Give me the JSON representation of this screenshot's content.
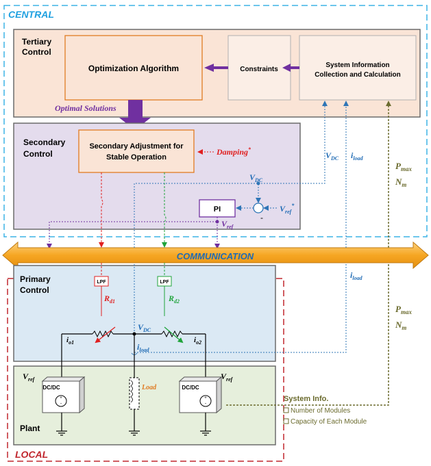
{
  "zones": {
    "central": "CENTRAL",
    "local": "LOCAL"
  },
  "tertiary": {
    "title_line1": "Tertiary",
    "title_line2": "Control",
    "optimization": "Optimization Algorithm",
    "constraints": "Constraints",
    "sysinfo_line1": "System Information",
    "sysinfo_line2": "Collection and Calculation",
    "optimal_solutions": "Optimal Solutions"
  },
  "secondary": {
    "title_line1": "Secondary",
    "title_line2": "Control",
    "adjust_line1": "Secondary Adjustment for",
    "adjust_line2": "Stable Operation",
    "damping": "Damping",
    "damping_sup": "*",
    "pi": "PI",
    "minus": "-",
    "vdc": "V",
    "vdc_sub": "DC",
    "vref_star": "V",
    "vref_star_sub": "ref",
    "vref_star_sup": "*",
    "vref": "V",
    "vref_sub": "ref"
  },
  "signals": {
    "vdc": "V",
    "vdc_sub": "DC",
    "iload": "i",
    "iload_sub": "load",
    "pmax": "P",
    "pmax_sub": "max",
    "nm": "N",
    "nm_sub": "m"
  },
  "communication": "COMMUNICATION",
  "primary": {
    "title_line1": "Primary",
    "title_line2": "Control",
    "lpf": "LPF",
    "rd1": "R",
    "rd1_sub": "d1",
    "rd2": "R",
    "rd2_sub": "d2",
    "vdc": "V",
    "vdc_sub": "DC",
    "io1": "i",
    "io1_sub": "o1",
    "io2": "i",
    "io2_sub": "o2",
    "iload": "i",
    "iload_sub": "load"
  },
  "plant": {
    "title": "Plant",
    "converter": "DC/DC",
    "load": "Load",
    "vref": "V",
    "vref_sub": "ref"
  },
  "system_info": {
    "title": "System Info.",
    "items": [
      "Number of Modules",
      "Capacity of Each Module"
    ]
  },
  "colors": {
    "central_border": "#3cb4e6",
    "local_border": "#c0262d",
    "tertiary_fill": "#fae4d6",
    "secondary_fill": "#e4dced",
    "primary_fill": "#dbe9f4",
    "plant_fill": "#e6efdc",
    "purple": "#7030a0",
    "blue": "#2e75b6",
    "red": "#e02020",
    "green": "#1fa33a",
    "olive": "#6b6b2e",
    "orange_bar": "#f6a623",
    "blue_text": "#1f6bb5",
    "load_text": "#e07b22"
  }
}
